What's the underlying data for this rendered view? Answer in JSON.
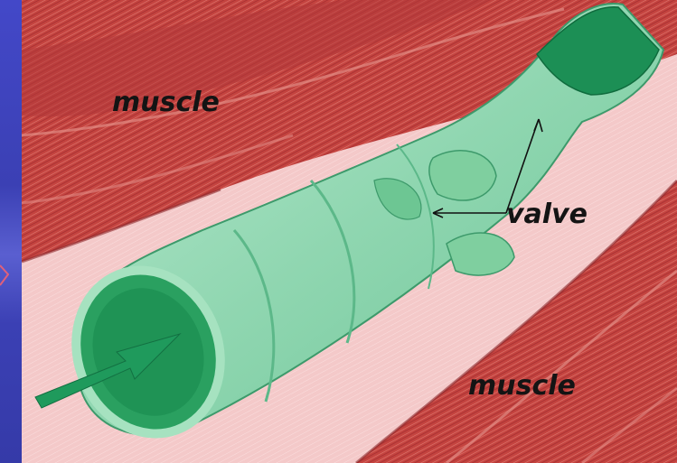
{
  "labels": {
    "muscle_top": "muscle",
    "valve": "valve",
    "muscle_bottom": "muscle"
  },
  "colors": {
    "background": "#3a3fb8",
    "tissue": "#f3c6c6",
    "muscle": "#b8393b",
    "vein_light": "#9fdcb0",
    "vein_dark": "#1f9a5c",
    "label_text": "#141414"
  }
}
